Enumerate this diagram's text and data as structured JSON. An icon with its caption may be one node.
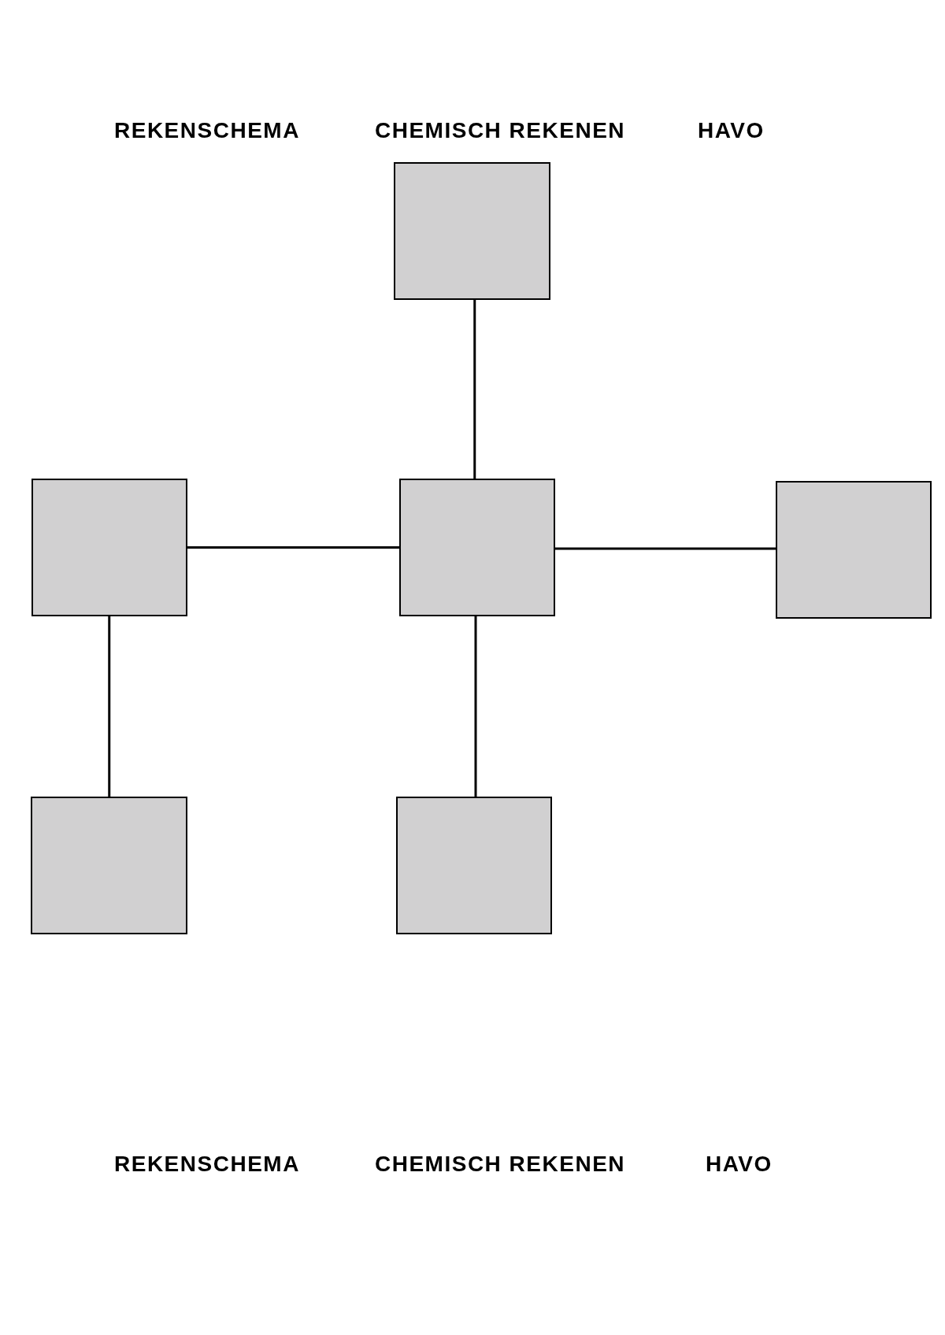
{
  "diagram": {
    "nodes": [
      {
        "text": [],
        "shape": "box"
      },
      {
        "text": [],
        "shape": "box"
      },
      {
        "text": [],
        "shape": "box"
      },
      {
        "text": [],
        "shape": "box"
      },
      {
        "text": [],
        "shape": "box"
      },
      {
        "text": [],
        "shape": "box"
      }
    ],
    "edges": [
      {
        "from": 0,
        "to": 2,
        "arrow": "none"
      },
      {
        "from": 1,
        "to": 2,
        "arrow": "none"
      },
      {
        "from": 2,
        "to": 3,
        "arrow": "none"
      },
      {
        "from": 1,
        "to": 4,
        "arrow": "none"
      },
      {
        "from": 2,
        "to": 5,
        "arrow": "none"
      }
    ],
    "labels": [
      "REKENSCHEMA",
      "CHEMISCH REKENEN",
      "HAVO",
      "REKENSCHEMA",
      "CHEMISCH REKENEN",
      "HAVO"
    ]
  }
}
